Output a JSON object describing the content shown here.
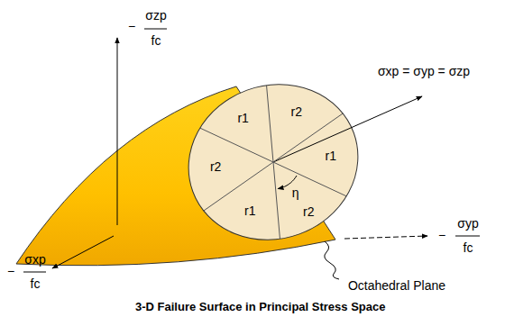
{
  "diagram": {
    "caption": "3-D Failure Surface in Principal Stress Space",
    "labels": [
      "−",
      "σzp",
      "fc",
      "σxp = σyp = σzp",
      "r2",
      "r1",
      "r1",
      "r2",
      "r1",
      "r2",
      "η",
      "−",
      "σyp",
      "fc",
      "−",
      "σxp",
      "fc",
      "Octahedral Plane"
    ]
  }
}
